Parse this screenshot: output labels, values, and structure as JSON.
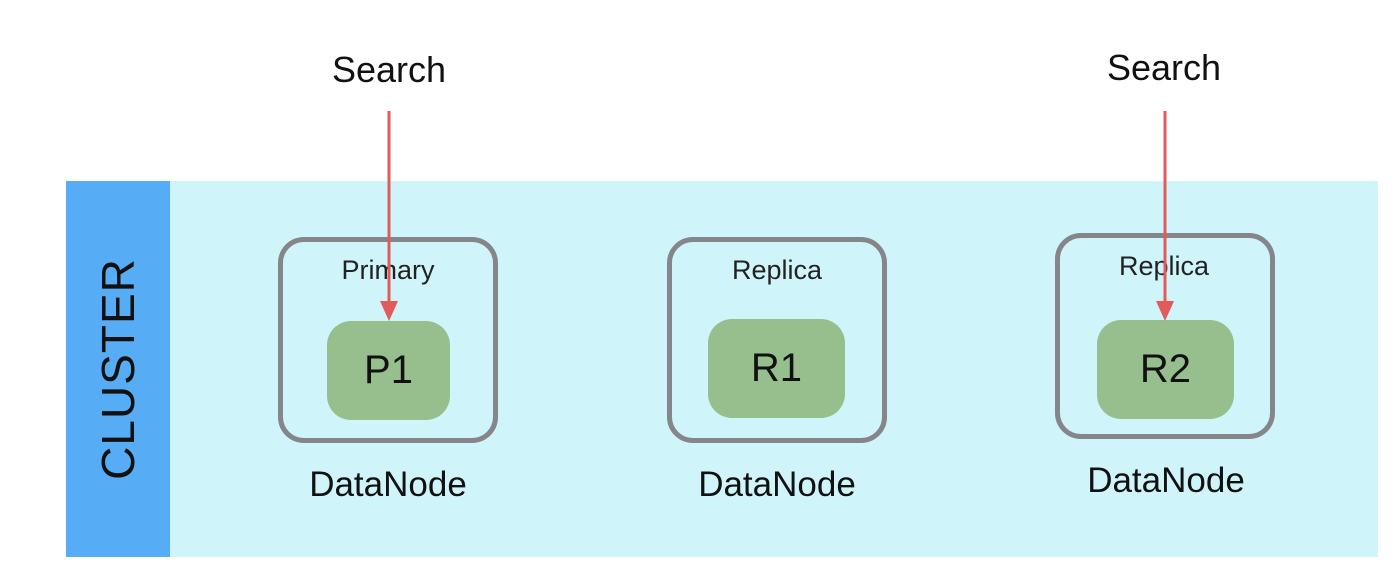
{
  "cluster": {
    "label": "CLUSTER",
    "background_color": "#cff5fb",
    "band_color": "#56acf5"
  },
  "search_requests": [
    {
      "label": "Search",
      "target": "P1"
    },
    {
      "label": "Search",
      "target": "R2"
    }
  ],
  "nodes": [
    {
      "role": "Primary",
      "shard": "P1",
      "caption": "DataNode"
    },
    {
      "role": "Replica",
      "shard": "R1",
      "caption": "DataNode"
    },
    {
      "role": "Replica",
      "shard": "R2",
      "caption": "DataNode"
    }
  ],
  "colors": {
    "arrow": "#e35a5a",
    "shard_fill": "#97bf8d",
    "node_border": "#85858a"
  }
}
